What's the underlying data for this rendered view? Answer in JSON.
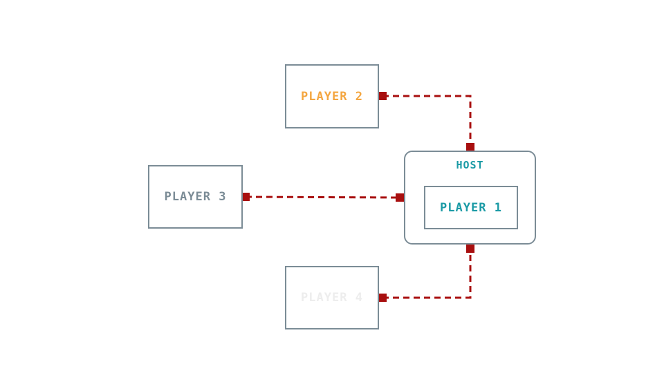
{
  "host": {
    "label": "HOST",
    "color": "#1a9aa5"
  },
  "players": [
    {
      "id": "p1",
      "label": "PLAYER 1",
      "color": "#1a9aa5"
    },
    {
      "id": "p2",
      "label": "PLAYER 2",
      "color": "#f4a640"
    },
    {
      "id": "p3",
      "label": "PLAYER 3",
      "color": "#7b8c96"
    },
    {
      "id": "p4",
      "label": "PLAYER 4",
      "color": "#ededed"
    }
  ],
  "colors": {
    "box_border": "#7b8c96",
    "link": "#a80f0f",
    "connector": "#a80f0f"
  }
}
